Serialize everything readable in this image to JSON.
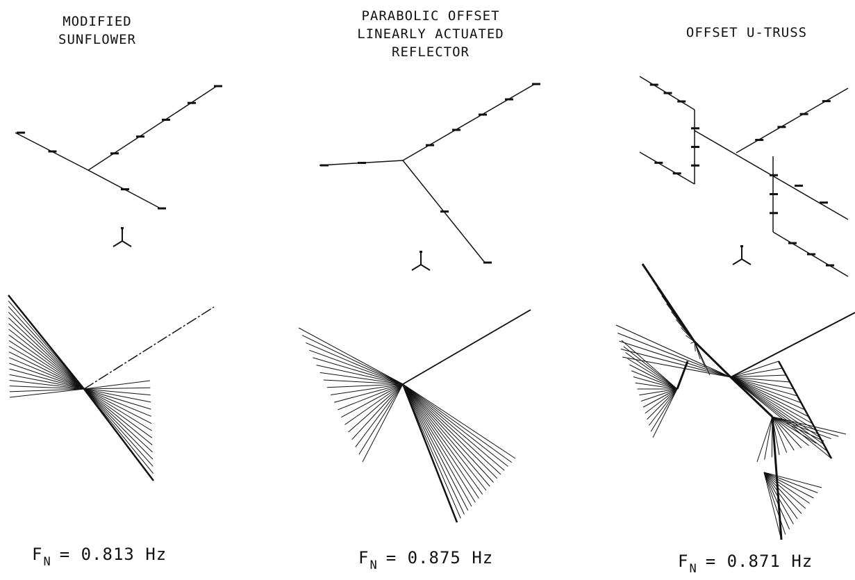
{
  "panels": [
    {
      "title": "MODIFIED\nSUNFLOWER",
      "frequency": {
        "symbol": "F",
        "subscript": "N",
        "equals": "=",
        "value": "0.813",
        "unit": "Hz"
      }
    },
    {
      "title": "PARABOLIC OFFSET\nLINEARLY ACTUATED\nREFLECTOR",
      "frequency": {
        "symbol": "F",
        "subscript": "N",
        "equals": "=",
        "value": "0.875",
        "unit": "Hz"
      }
    },
    {
      "title": "OFFSET U-TRUSS",
      "frequency": {
        "symbol": "F",
        "subscript": "N",
        "equals": "=",
        "value": "0.871",
        "unit": "Hz"
      }
    }
  ],
  "colors": {
    "ink": "#111111",
    "background": "#ffffff"
  }
}
